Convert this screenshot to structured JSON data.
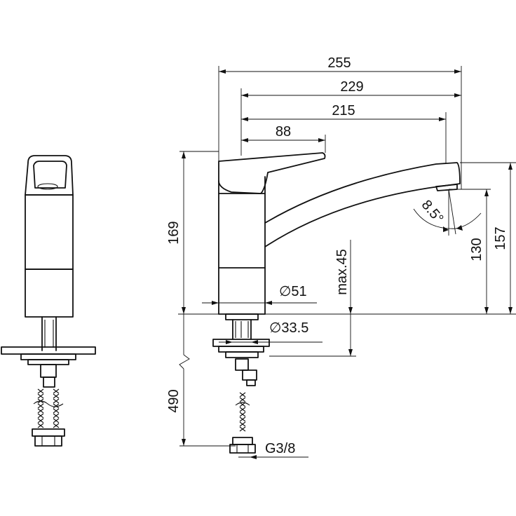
{
  "dimensions": {
    "overall_reach": "255",
    "reach_2": "229",
    "spout_reach": "215",
    "lever_reach": "88",
    "height_total": "169",
    "height_right": "157",
    "outlet_height": "130",
    "body_diameter": "∅51",
    "hole_diameter": "∅33.5",
    "max_thickness": "max.45",
    "hose_length": "490",
    "connection": "G3/8",
    "spout_angle": "8.5°"
  },
  "colors": {
    "line": "#111111",
    "background": "#ffffff"
  }
}
